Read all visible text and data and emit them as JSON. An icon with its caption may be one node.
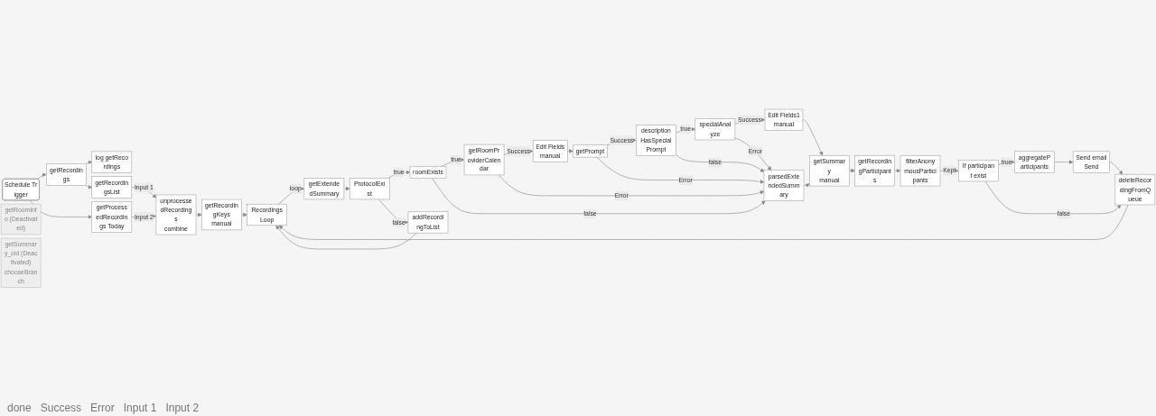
{
  "diagram": {
    "nodes": [
      {
        "text": [
          "Schedule Trigger"
        ]
      },
      {
        "text": [
          "getRecordings"
        ]
      },
      {
        "text": [
          "getProcessedRecordings Today"
        ]
      },
      {
        "text": [
          "log getRecordings"
        ]
      },
      {
        "text": [
          "getRecordingsList"
        ]
      },
      {
        "text": [
          "unprocessedRecordings",
          "combine"
        ]
      },
      {
        "text": [
          "getRecordingKeys",
          "manual"
        ]
      },
      {
        "text": [
          "RecordingsLoop"
        ]
      },
      {
        "text": [
          "getExtendedSummary"
        ]
      },
      {
        "text": [
          "ProtocolExist"
        ]
      },
      {
        "text": [
          "addRecordingToList"
        ]
      },
      {
        "text": [
          "roomExists"
        ]
      },
      {
        "text": [
          "getRoomProviderCalendar"
        ]
      },
      {
        "text": [
          "Edit Fields",
          "manual"
        ]
      },
      {
        "text": [
          "getPrompt"
        ]
      },
      {
        "text": [
          "descriptionHasSpecialPrompt"
        ]
      },
      {
        "text": [
          "specialAnalyze"
        ]
      },
      {
        "text": [
          "Edit Fields1",
          "manual"
        ]
      },
      {
        "text": [
          "parsedExtendedSummary"
        ]
      },
      {
        "text": [
          "getSummary",
          "manual"
        ]
      },
      {
        "text": [
          "getRecordingParticipants"
        ]
      },
      {
        "text": [
          "filterAnonymousParticipants"
        ]
      },
      {
        "text": [
          "If participant exist"
        ]
      },
      {
        "text": [
          "aggregateParticipants"
        ]
      },
      {
        "text": [
          "Send email",
          "Send"
        ]
      },
      {
        "text": [
          "deleteRecordingFromQueue"
        ]
      },
      {
        "text": [
          "getRoomInfo (Deactivated)"
        ]
      },
      {
        "text": [
          "getSummary_old (Deactivated)",
          "chooseBranch"
        ]
      }
    ],
    "edges": [
      {
        "from": 0,
        "to": 1,
        "arrow": "to"
      },
      {
        "from": 0,
        "to": 2,
        "arrow": "to"
      },
      {
        "from": 1,
        "to": 3,
        "arrow": "to"
      },
      {
        "from": 1,
        "to": 4,
        "arrow": "to"
      },
      {
        "from": 4,
        "to": 5,
        "arrow": "to",
        "label": "Input 1"
      },
      {
        "from": 2,
        "to": 5,
        "arrow": "to",
        "label": "Input 2"
      },
      {
        "from": 5,
        "to": 6,
        "arrow": "to"
      },
      {
        "from": 6,
        "to": 7,
        "arrow": "to"
      },
      {
        "from": 7,
        "to": 8,
        "arrow": "to",
        "label": "loop"
      },
      {
        "from": 8,
        "to": 9,
        "arrow": "to"
      },
      {
        "from": 9,
        "to": 11,
        "arrow": "to",
        "label": "true"
      },
      {
        "from": 9,
        "to": 10,
        "arrow": "to",
        "label": "false"
      },
      {
        "from": 10,
        "to": 7,
        "arrow": "to"
      },
      {
        "from": 11,
        "to": 12,
        "arrow": "to",
        "label": "true"
      },
      {
        "from": 11,
        "to": 18,
        "arrow": "to",
        "label": "false"
      },
      {
        "from": 12,
        "to": 13,
        "arrow": "to",
        "label": "Success"
      },
      {
        "from": 12,
        "to": 18,
        "arrow": "to",
        "label": "Error"
      },
      {
        "from": 13,
        "to": 14,
        "arrow": "to"
      },
      {
        "from": 14,
        "to": 15,
        "arrow": "to",
        "label": "Success"
      },
      {
        "from": 14,
        "to": 18,
        "arrow": "to",
        "label": "Error"
      },
      {
        "from": 15,
        "to": 16,
        "arrow": "to",
        "label": "true"
      },
      {
        "from": 15,
        "to": 18,
        "arrow": "to",
        "label": "false"
      },
      {
        "from": 16,
        "to": 17,
        "arrow": "to",
        "label": "Success"
      },
      {
        "from": 16,
        "to": 18,
        "arrow": "to",
        "label": "Error"
      },
      {
        "from": 17,
        "to": 19,
        "arrow": "to"
      },
      {
        "from": 18,
        "to": 19,
        "arrow": "to"
      },
      {
        "from": 19,
        "to": 20,
        "arrow": "to"
      },
      {
        "from": 20,
        "to": 21,
        "arrow": "to"
      },
      {
        "from": 21,
        "to": 22,
        "arrow": "to",
        "label": "Kept"
      },
      {
        "from": 22,
        "to": 23,
        "arrow": "to",
        "label": "true"
      },
      {
        "from": 22,
        "to": 25,
        "arrow": "to",
        "label": "false"
      },
      {
        "from": 23,
        "to": 24,
        "arrow": "to"
      },
      {
        "from": 24,
        "to": 25,
        "arrow": "to"
      },
      {
        "from": 25,
        "to": 7,
        "arrow": "to"
      }
    ],
    "labels": [
      "done",
      "Success",
      "Error",
      "Input 1",
      "Input 2"
    ]
  }
}
